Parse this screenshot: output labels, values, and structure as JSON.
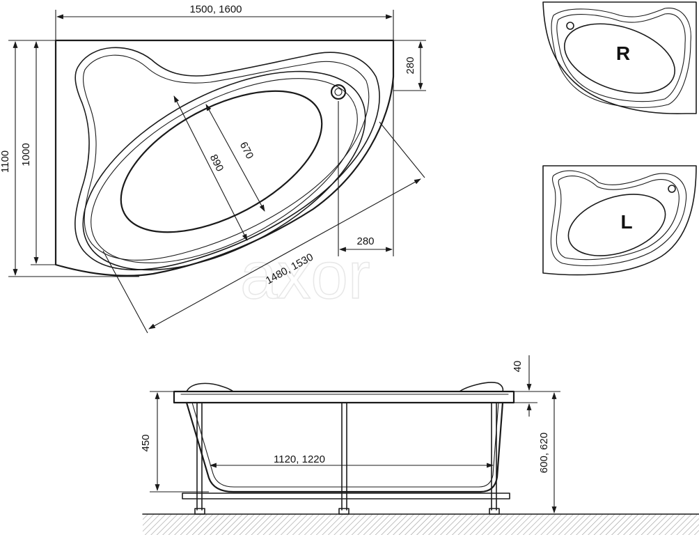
{
  "top_view": {
    "width_label": "1500, 1600",
    "height_outer_label": "1100",
    "height_inner_label": "1000",
    "corner_top_label": "280",
    "corner_bottom_label": "280",
    "inner_length_label": "1480, 1530",
    "inner_width_a_label": "890",
    "inner_width_b_label": "670"
  },
  "variants": {
    "right_letter": "R",
    "left_letter": "L"
  },
  "side_view": {
    "rim_label": "40",
    "depth_label": "450",
    "inner_length_label": "1120, 1220",
    "total_height_label": "600, 620"
  },
  "watermark": "axor"
}
